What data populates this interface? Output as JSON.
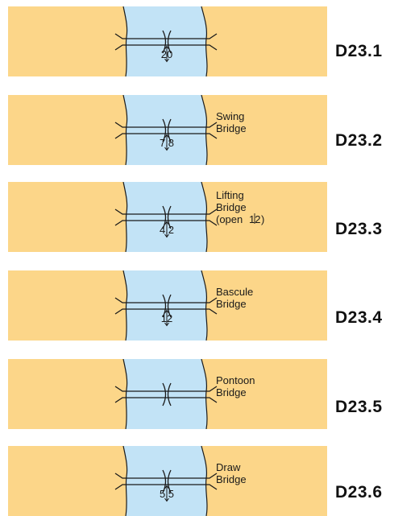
{
  "colors": {
    "land": "#fcd689",
    "water": "#c2e3f6",
    "ink": "#1a1a1a"
  },
  "charts": [
    {
      "code": "D23.1",
      "label_lines": [],
      "clearance": "20",
      "clearance_sup": ""
    },
    {
      "code": "D23.2",
      "label_lines": [
        "Swing",
        "Bridge"
      ],
      "clearance": "7.8",
      "clearance_sup": ""
    },
    {
      "code": "D23.3",
      "label_lines": [
        "Lifting",
        "Bridge",
        "(open"
      ],
      "label_sup": "12",
      "label_close": ")",
      "clearance": "4.2",
      "clearance_sup": ""
    },
    {
      "code": "D23.4",
      "label_lines": [
        "Bascule",
        "Bridge"
      ],
      "clearance": "12",
      "clearance_sup": ""
    },
    {
      "code": "D23.5",
      "label_lines": [
        "Pontoon",
        "Bridge"
      ],
      "clearance": "",
      "clearance_sup": ""
    },
    {
      "code": "D23.6",
      "label_lines": [
        "Draw",
        "Bridge"
      ],
      "clearance": "5.5",
      "clearance_sup": ""
    }
  ]
}
